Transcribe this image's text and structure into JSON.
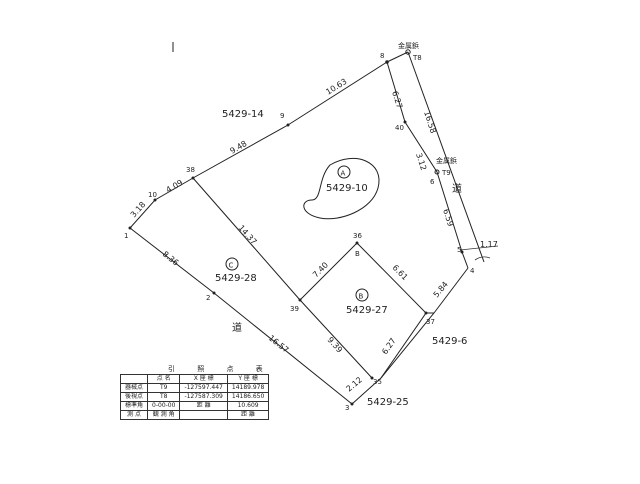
{
  "parcels": {
    "A": {
      "circle": "A",
      "number": "5429-10"
    },
    "B": {
      "circle": "B",
      "number": "5429-27"
    },
    "C": {
      "circle": "C",
      "number": "5429-28"
    }
  },
  "neighbors": {
    "n1": "5429-14",
    "n2": "5429-6",
    "n3": "5429-25"
  },
  "road_labels": [
    "道",
    "道"
  ],
  "points": {
    "p8": "8",
    "p40": "40",
    "p6": "6",
    "p5": "5",
    "p4": "4",
    "p9": "9",
    "p10": "10",
    "p1": "1",
    "p2": "2",
    "p38": "38",
    "p36": "36",
    "p37": "37",
    "p39": "39",
    "p35": "35",
    "p3": "3",
    "pB_top": "B",
    "marker1": "金属鋲",
    "t8": "T8",
    "marker2": "金属鋲",
    "t9": "T9"
  },
  "distances": {
    "d1": "10.63",
    "d2": "9.48",
    "d3": "4.09",
    "d4": "3.18",
    "d5": "8.36",
    "d6": "16.57",
    "d7": "14.37",
    "d8": "7.40",
    "d9": "6.61",
    "d10": "5.84",
    "d11": "9.39",
    "d12": "6.27",
    "d13": "2.12",
    "d14": "3.12",
    "d15": "6.59",
    "d16": "1.17",
    "d17": "16.58",
    "d18": "6.27"
  },
  "reference_table": {
    "title": "引 照 点 表",
    "headers": [
      "",
      "点 名",
      "X 座 標",
      "Y 座 標"
    ],
    "rows": [
      [
        "器械点",
        "T9",
        "-127597.447",
        "14189.978"
      ],
      [
        "後視点",
        "T8",
        "-127587.309",
        "14186.650"
      ],
      [
        "標準角",
        "0-00-00",
        "距 離",
        "10.609"
      ],
      [
        "測 点",
        "観 測 角",
        "",
        "距 離"
      ]
    ]
  }
}
